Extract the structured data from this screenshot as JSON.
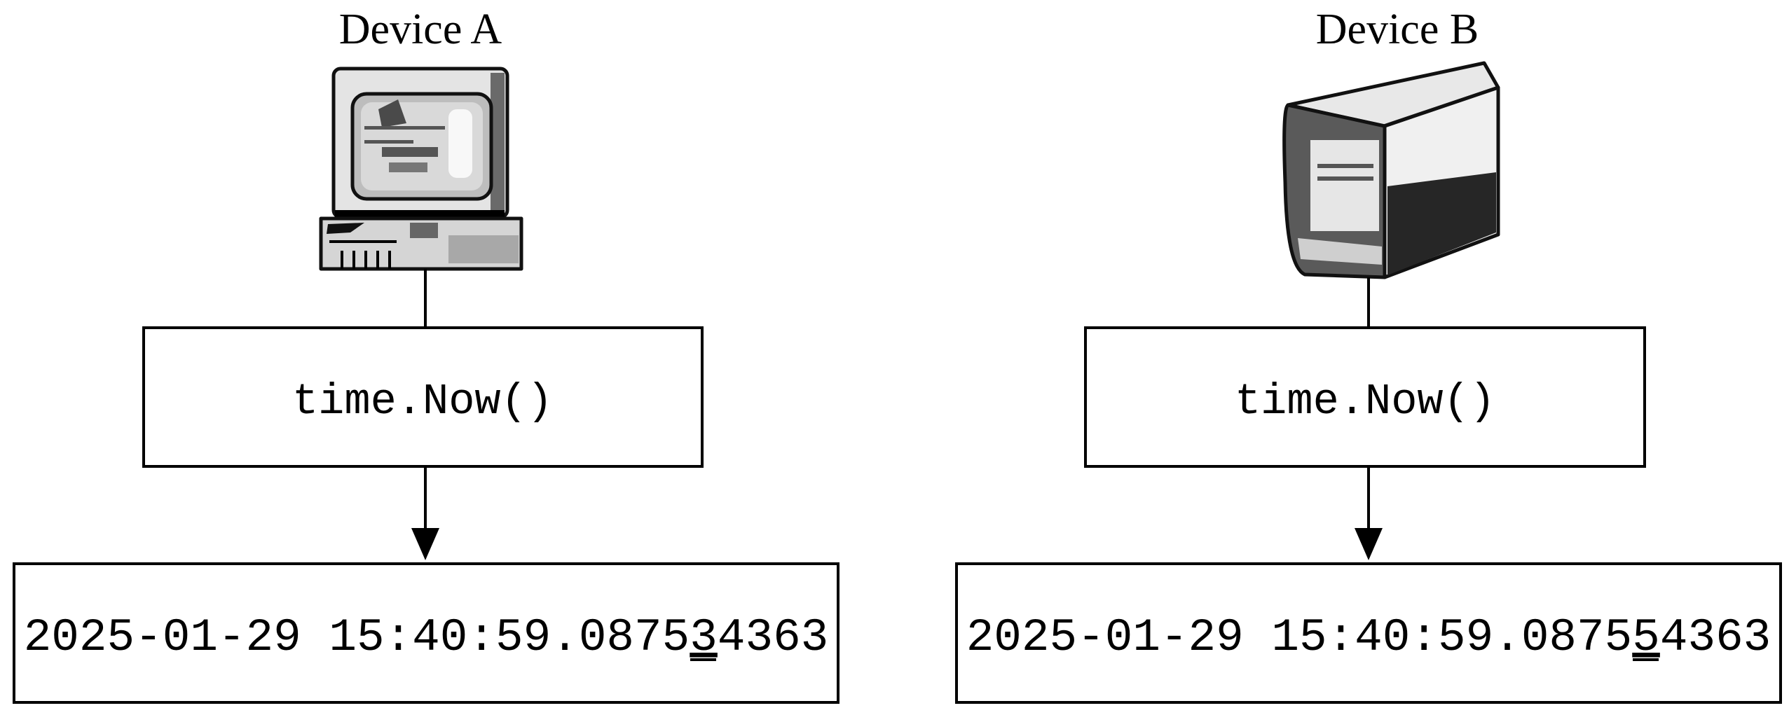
{
  "devices": [
    {
      "title": "Device A",
      "icon": "desktop-computer-icon",
      "call": "time.Now()",
      "timestamp": {
        "prefix": "2025-01-29 15:40:59.0875",
        "highlight": "3",
        "suffix": "4363"
      }
    },
    {
      "title": "Device B",
      "icon": "server-tower-icon",
      "call": "time.Now()",
      "timestamp": {
        "prefix": "2025-01-29 15:40:59.0875",
        "highlight": "5",
        "suffix": "4363"
      }
    }
  ]
}
